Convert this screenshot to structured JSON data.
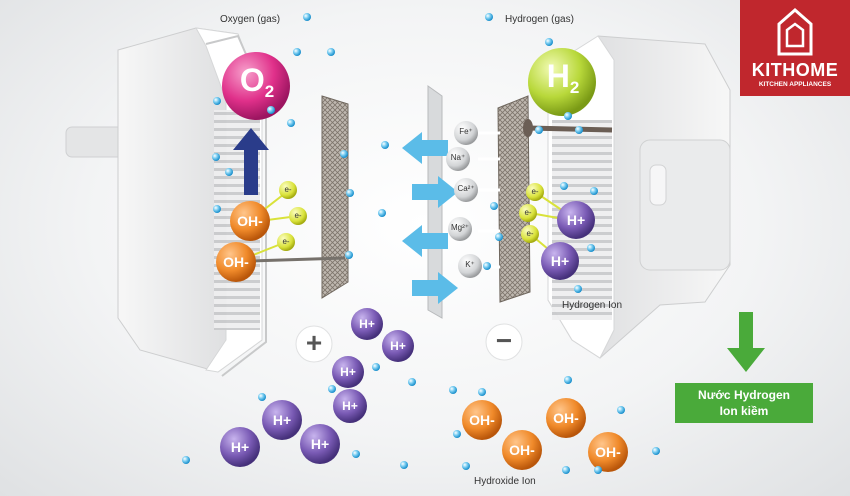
{
  "labels": {
    "oxygen_gas": "Oxygen (gas)",
    "hydrogen_gas": "Hydrogen (gas)",
    "o2_letter": "O",
    "o2_sub": "2",
    "h2_letter": "H",
    "h2_sub": "2",
    "electron": "e-",
    "hydroxide": "OH-",
    "hydrogen": "H+",
    "plus": "+",
    "minus": "−",
    "hydrogen_ion": "Hydrogen Ion",
    "hydroxide_ion": "Hydroxide Ion"
  },
  "minerals": [
    "Fe⁺",
    "Na⁺",
    "Ca²⁺",
    "Mg²⁺",
    "K⁺"
  ],
  "green_box": {
    "line1": "Nước Hydrogen",
    "line2": "Ion kiềm"
  },
  "logo": {
    "brand": "KITHOME",
    "tagline": "KITCHEN APPLIANCES"
  },
  "colors": {
    "hydroxide": "#f08a2a",
    "hydrogen": "#7a5bb5",
    "electron": "#d9e23a",
    "oxygen": "#e0308a",
    "hydrogen_gas": "#b8d83a",
    "bubble": "#2ba6e0",
    "arrow_blue": "#5bbce8",
    "arrow_navy": "#2a3c8a",
    "green": "#4aaa3a",
    "brand": "#c0272d"
  }
}
